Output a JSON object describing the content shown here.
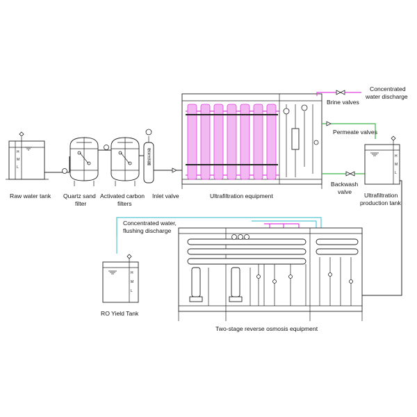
{
  "labels": {
    "raw_water_tank": "Raw water tank",
    "quartz_sand_filter_1": "Quartz sand",
    "quartz_sand_filter_2": "filter",
    "activated_carbon_1": "Activated carbon",
    "activated_carbon_2": "filters",
    "inlet_valve": "Inlet valve",
    "ultrafiltration_equipment": "Ultrafiltration equipment",
    "brine_valves": "Brine valves",
    "concentrated_water_discharge_1": "Concentrated",
    "concentrated_water_discharge_2": "water discharge",
    "permeate_valves": "Permeate valves",
    "backwash_valve_1": "Backwash",
    "backwash_valve_2": "valve",
    "uf_production_tank_1": "Ultrafiltration",
    "uf_production_tank_2": "production tank",
    "concentrated_flushing_1": "Concentrated water,",
    "concentrated_flushing_2": "flushing discharge",
    "ro_yield_tank": "RO Yield Tank",
    "two_stage_ro": "Two-stage reverse osmosis equipment",
    "security_filter_text": "保安过滤器",
    "tank_level_marks": [
      "H",
      "M",
      "L"
    ]
  },
  "colors": {
    "magenta": "#e040e0",
    "membrane_fill": "#f2b8f2",
    "cyan": "#56c8d8",
    "green": "#3cb34a",
    "line": "#222222"
  },
  "icons": [
    "valve-icon",
    "pump-icon",
    "pressure-gauge-icon",
    "level-switch-icon"
  ]
}
